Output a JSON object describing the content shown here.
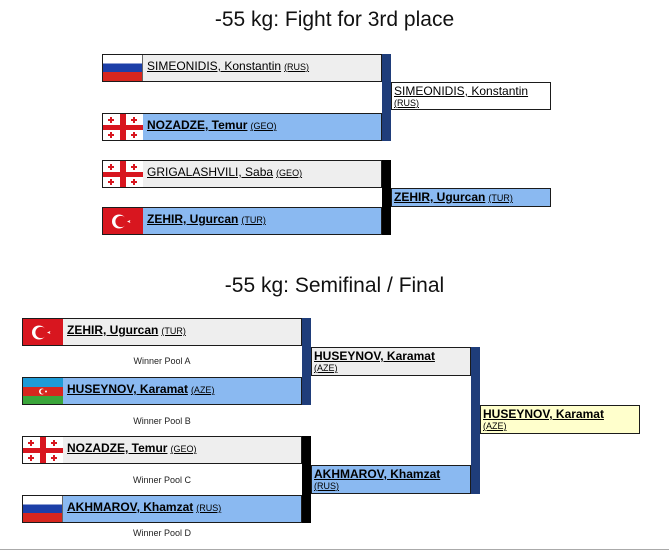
{
  "section1": {
    "title": "-55 kg: Fight for 3rd place",
    "bouts": [
      {
        "a": {
          "name": "SIMEONIDIS, Konstantin",
          "nat": "(RUS)",
          "flag": "rus"
        },
        "b": {
          "name": "NOZADZE, Temur",
          "nat": "(GEO)",
          "flag": "geo"
        },
        "winner": {
          "name": "SIMEONIDIS, Konstantin",
          "nat": "(RUS)"
        }
      },
      {
        "a": {
          "name": "GRIGALASHVILI, Saba",
          "nat": "(GEO)",
          "flag": "geo"
        },
        "b": {
          "name": "ZEHIR, Ugurcan",
          "nat": "(TUR)",
          "flag": "tur"
        },
        "winner": {
          "name": "ZEHIR, Ugurcan",
          "nat": "(TUR)"
        }
      }
    ]
  },
  "section2": {
    "title": "-55 kg: Semifinal / Final",
    "entries": [
      {
        "name": "ZEHIR, Ugurcan",
        "nat": "(TUR)",
        "flag": "tur",
        "pool": "Winner Pool A"
      },
      {
        "name": "HUSEYNOV, Karamat",
        "nat": "(AZE)",
        "flag": "aze",
        "pool": "Winner Pool B"
      },
      {
        "name": "NOZADZE, Temur",
        "nat": "(GEO)",
        "flag": "geo",
        "pool": "Winner Pool C"
      },
      {
        "name": "AKHMAROV, Khamzat",
        "nat": "(RUS)",
        "flag": "rus",
        "pool": "Winner Pool D"
      }
    ],
    "semis": [
      {
        "name": "HUSEYNOV, Karamat",
        "nat": "(AZE)"
      },
      {
        "name": "AKHMAROV, Khamzat",
        "nat": "(RUS)"
      }
    ],
    "final": {
      "name": "HUSEYNOV, Karamat",
      "nat": "(AZE)"
    }
  },
  "colors": {
    "winner_bg": "#8ab9f1",
    "loser_bg": "#eeeeee",
    "champion_bg": "#ffffcc",
    "bar_navy": "#1f3d7a"
  }
}
